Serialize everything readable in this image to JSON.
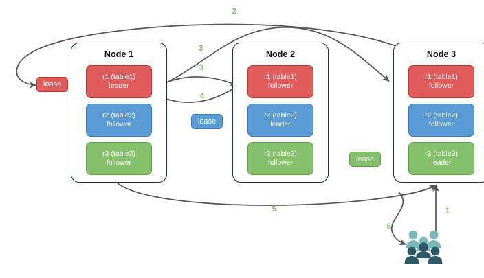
{
  "diagram": {
    "title": "Distributed lease / raft replica diagram",
    "colors": {
      "red": "#e05b5b",
      "red_border": "#c0392b",
      "blue": "#5b9bd5",
      "blue_border": "#3a7cbd",
      "green": "#85c06a",
      "green_border": "#64a04a",
      "node_border": "#1f2d50",
      "edge": "#555555",
      "label_green": "#85c06a",
      "people_light": "#7cb8b8",
      "people_dark": "#2e5767"
    },
    "nodes": [
      {
        "id": "node1",
        "title": "Node 1",
        "replicas": [
          {
            "name": "r1 (table1)",
            "role": "leader",
            "color": "red"
          },
          {
            "name": "r2 (table2)",
            "role": "follower",
            "color": "blue"
          },
          {
            "name": "r3 (table3)",
            "role": "follower",
            "color": "green"
          }
        ]
      },
      {
        "id": "node2",
        "title": "Node 2",
        "replicas": [
          {
            "name": "r1 (table1)",
            "role": "follower",
            "color": "red"
          },
          {
            "name": "r2 (table2)",
            "role": "leader",
            "color": "blue"
          },
          {
            "name": "r3 (table3)",
            "role": "follower",
            "color": "green"
          }
        ]
      },
      {
        "id": "node3",
        "title": "Node 3",
        "replicas": [
          {
            "name": "r1 (table1)",
            "role": "follower",
            "color": "red"
          },
          {
            "name": "r2 (table2)",
            "role": "follower",
            "color": "blue"
          },
          {
            "name": "r3 (table3)",
            "role": "leader",
            "color": "green"
          }
        ]
      }
    ],
    "leases": [
      {
        "id": "lease-table1",
        "label": "lease",
        "color": "red"
      },
      {
        "id": "lease-table2",
        "label": "lease",
        "color": "blue"
      },
      {
        "id": "lease-table3",
        "label": "lease",
        "color": "green"
      }
    ],
    "edge_labels": [
      {
        "id": "label-1",
        "text": "1"
      },
      {
        "id": "label-2",
        "text": "2"
      },
      {
        "id": "label-3a",
        "text": "3"
      },
      {
        "id": "label-3b",
        "text": "3"
      },
      {
        "id": "label-4",
        "text": "4"
      },
      {
        "id": "label-5",
        "text": "5"
      },
      {
        "id": "label-6",
        "text": "6"
      }
    ],
    "icons": {
      "users": "users-group-icon"
    }
  }
}
